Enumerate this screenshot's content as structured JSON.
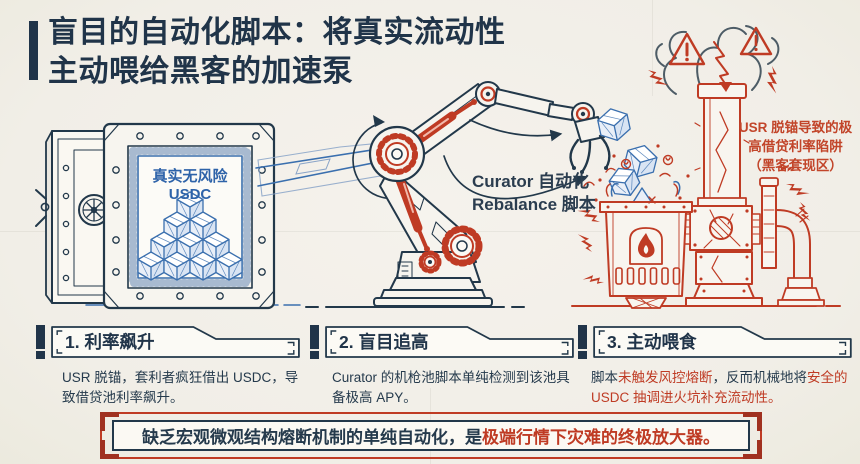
{
  "title": {
    "line1": "盲目的自动化脚本：将真实流动性",
    "line2": "主动喂给黑客的加速泵"
  },
  "vault": {
    "label": "真实无风险 USDC"
  },
  "robot": {
    "label_line1": "Curator 自动化",
    "label_line2": "Rebalance 脚本"
  },
  "furnace": {
    "label_line1": "USR 脱锚导致的极",
    "label_line2": "高借贷利率陷阱",
    "label_line3": "（黑客套现区）"
  },
  "steps": [
    {
      "title": "1. 利率飙升",
      "body": [
        {
          "text": "USR 脱锚，套利者疯狂借出 USDC，导致借贷池利率飙升。",
          "color": "dark"
        }
      ]
    },
    {
      "title": "2. 盲目追高",
      "body": [
        {
          "text": "Curator 的机枪池脚本单纯检测到该池具备极高 APY。",
          "color": "dark"
        }
      ]
    },
    {
      "title": "3. 主动喂食",
      "body": [
        {
          "text": "脚本",
          "color": "dark"
        },
        {
          "text": "未触发风控熔断",
          "color": "red"
        },
        {
          "text": "，反而机械地将",
          "color": "dark"
        },
        {
          "text": "安全的 USDC 抽调进火坑补充流动性。",
          "color": "red"
        }
      ]
    }
  ],
  "banner": {
    "segments": [
      {
        "text": "缺乏宏观微观结构熔断机制的单纯自动化，是",
        "color": "dark"
      },
      {
        "text": "极端行情下灾难的终极放大器。",
        "color": "red"
      }
    ]
  },
  "icons": {
    "warning-triangle-icon": "⚠",
    "lightning-bolt-icon": "⚡",
    "flame-icon": "🔥",
    "smoke-icon": "〰",
    "gear-icon": "⚙",
    "cube-icon": "◈",
    "vault-wheel-icon": "✳",
    "rotation-arrow-icon": "↻",
    "curve-arrow-icon": "↷"
  },
  "colors": {
    "dark": "#203449",
    "red": "#bf3b24",
    "blue": "#3a6fae",
    "background": "#f1eee7"
  }
}
